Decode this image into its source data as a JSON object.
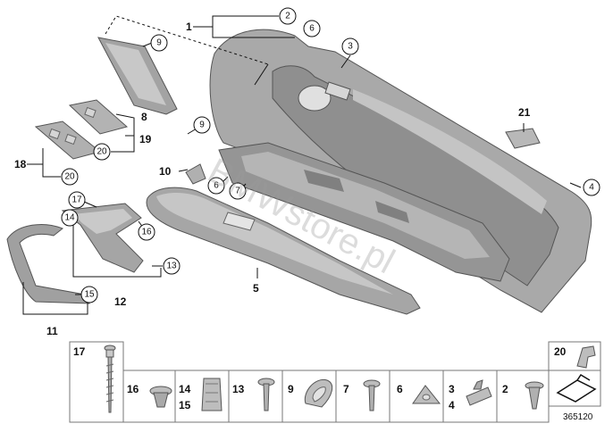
{
  "callouts": {
    "c1": "1",
    "c2": "2",
    "c3": "3",
    "c4": "4",
    "c5": "5",
    "c6a": "6",
    "c6b": "6",
    "c7": "7",
    "c8": "8",
    "c9a": "9",
    "c9b": "9",
    "c10": "10",
    "c11": "11",
    "c12": "12",
    "c13": "13",
    "c14": "14",
    "c15": "15",
    "c16": "16",
    "c17": "17",
    "c18": "18",
    "c19": "19",
    "c20a": "20",
    "c20b": "20",
    "c21": "21"
  },
  "legend": {
    "cells": [
      {
        "top": "17",
        "bottom": ""
      },
      {
        "top": "16",
        "bottom": ""
      },
      {
        "top": "14",
        "bottom": "15"
      },
      {
        "top": "13",
        "bottom": ""
      },
      {
        "top": "9",
        "bottom": ""
      },
      {
        "top": "7",
        "bottom": ""
      },
      {
        "top": "6",
        "bottom": ""
      },
      {
        "top": "3",
        "bottom": "4"
      },
      {
        "top": "2",
        "bottom": ""
      },
      {
        "top": "20",
        "bottom": ""
      }
    ]
  },
  "watermark": "BMWstore.pl",
  "reference_number": "365120",
  "colors": {
    "part_fill": "#a8a8a8",
    "part_dark": "#7d7d7d",
    "part_light": "#c9c9c9",
    "ink": "#111111"
  }
}
